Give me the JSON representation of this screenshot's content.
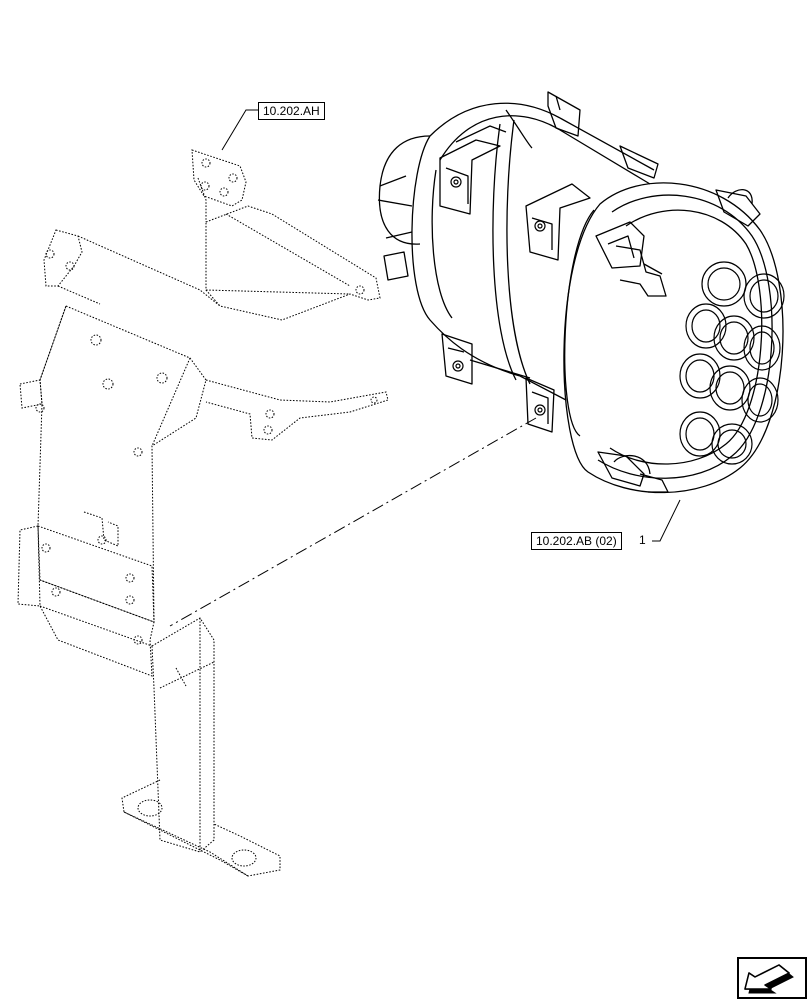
{
  "references": {
    "top_ref": "10.202.AH",
    "side_ref": "10.202.AB (02)"
  },
  "callouts": {
    "item_1": "1"
  },
  "icons": {
    "nav": "next-page-arrow-icon"
  },
  "colors": {
    "line": "#000000",
    "background": "#ffffff"
  }
}
